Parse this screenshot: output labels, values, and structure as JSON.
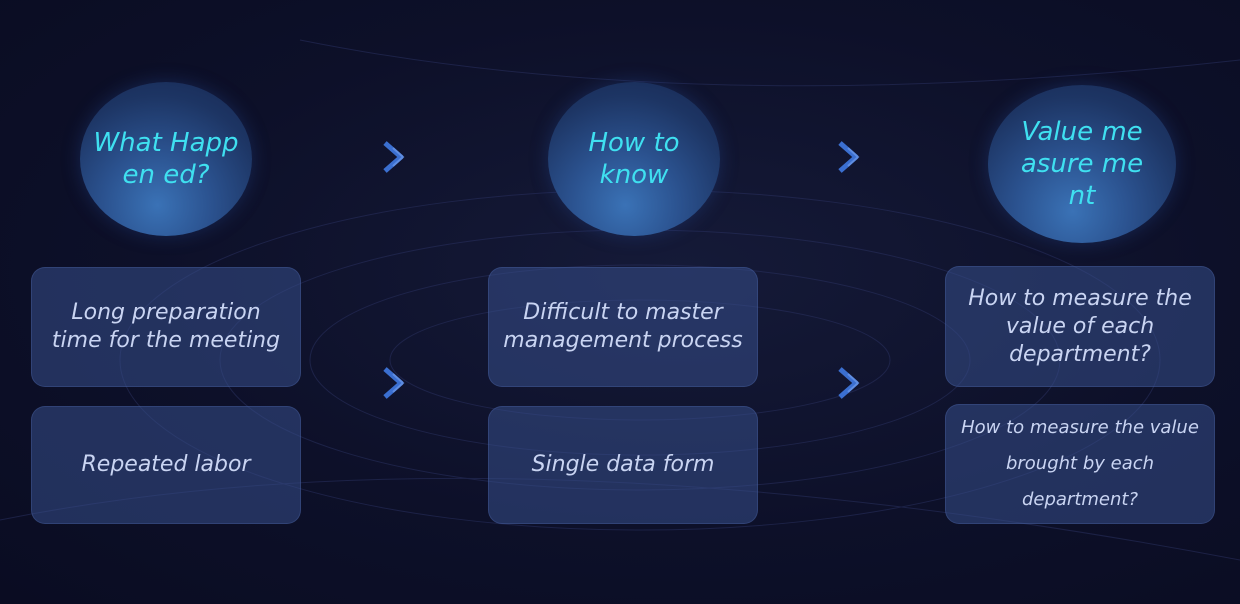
{
  "columns": [
    {
      "title": "What Happen ed?",
      "issues": [
        "Long preparation time for the meeting",
        "Repeated labor"
      ]
    },
    {
      "title": "How to know",
      "issues": [
        "Difficult to master management process",
        "Single data form"
      ]
    },
    {
      "title": "Value measure ment",
      "issues": [
        "How to measure the value of each department?",
        "How to measure the value brought by each department?"
      ]
    }
  ],
  "colors": {
    "title_text": "#3fe0f0",
    "box_text": "#c9d4f2",
    "arrow": "#3b6fd0"
  }
}
